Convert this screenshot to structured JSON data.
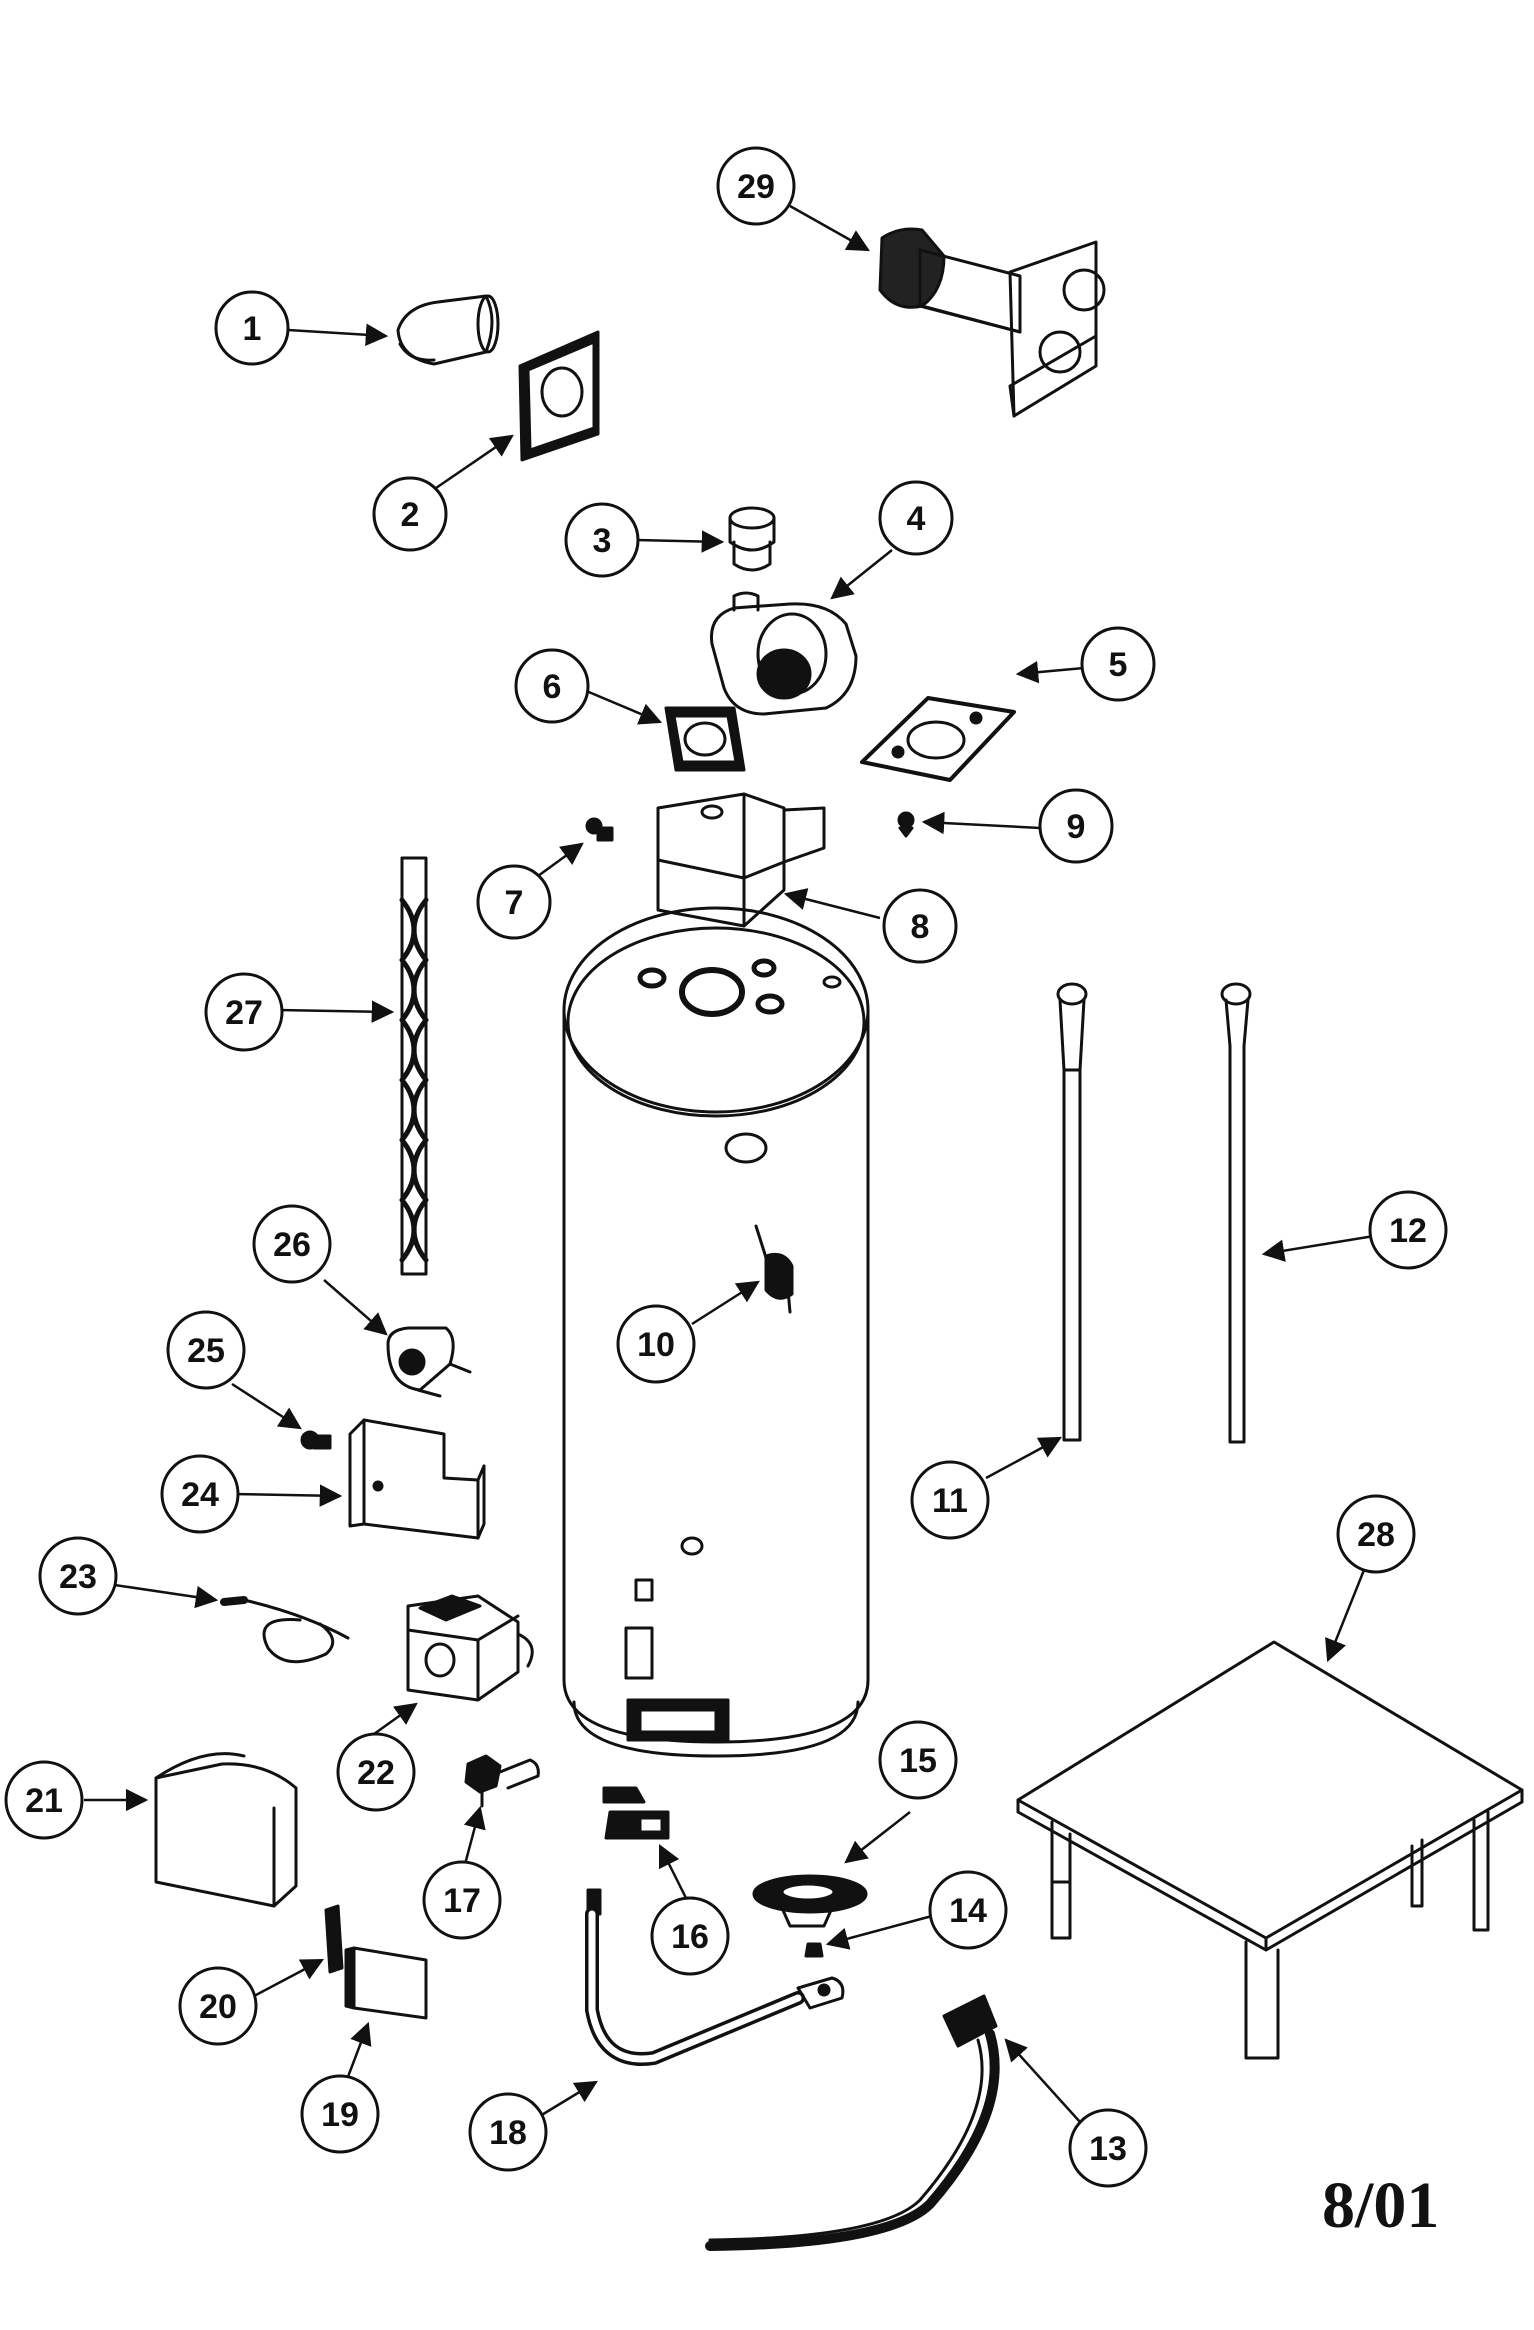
{
  "diagram": {
    "date_code": "8/01",
    "callouts": [
      "1",
      "2",
      "3",
      "4",
      "5",
      "6",
      "7",
      "8",
      "9",
      "10",
      "11",
      "12",
      "13",
      "14",
      "15",
      "16",
      "17",
      "18",
      "19",
      "20",
      "21",
      "22",
      "23",
      "24",
      "25",
      "26",
      "27",
      "28",
      "29"
    ]
  },
  "colors": {
    "ink": "#111111",
    "paper": "#ffffff"
  }
}
